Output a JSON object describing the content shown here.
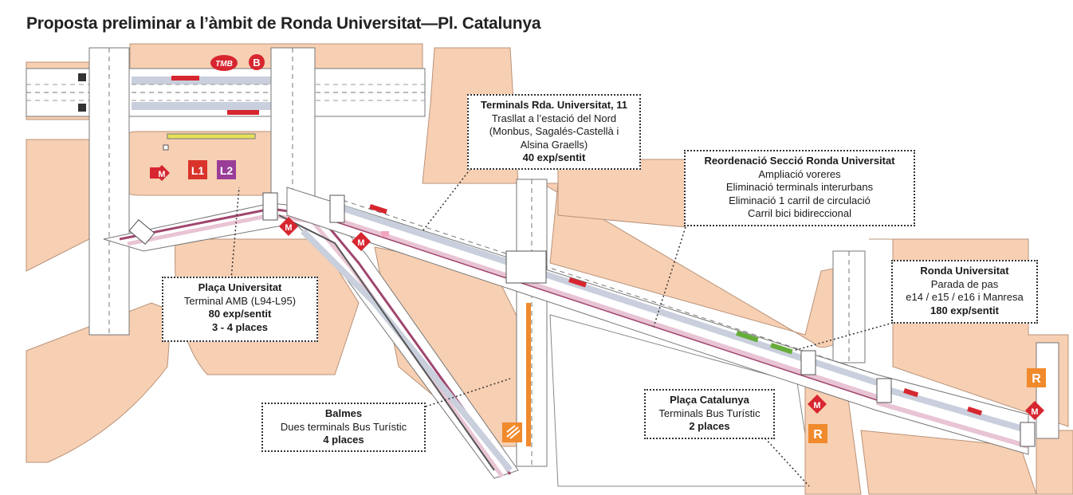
{
  "title": "Proposta preliminar a l’àmbit de Ronda Universitat—Pl. Catalunya",
  "colors": {
    "sidewalk": "#f7cfb2",
    "road": "#ffffff",
    "bus_lane": "#c9cfdc",
    "bike_lane": "#e8c4d4",
    "bike_lane_edge": "#a0466e",
    "stop_red": "#d7262f",
    "stop_yellow": "#e3e25a",
    "stop_green": "#66ad3a",
    "stop_orange": "#f08a2c",
    "metro_red": "#d7262f",
    "L1": "#d9342b",
    "L2": "#9a3d98",
    "renfe_orange": "#f08a2c"
  },
  "badges": {
    "tmb": "TMB",
    "bus": "B",
    "metro": "M",
    "L1": "L1",
    "L2": "L2",
    "renfe": "R"
  },
  "callouts": {
    "terminals_rda": {
      "title": "Terminals Rda. Universitat, 11",
      "lines": [
        "Trasllat a l’estació del Nord",
        "(Monbus, Sagalés-Castellà i",
        "Alsina Graells)"
      ],
      "value": "40 exp/sentit"
    },
    "reordenacio": {
      "title": "Reordenació Secció Ronda Universitat",
      "lines": [
        "Ampliació voreres",
        "Eliminació terminals interurbans",
        "Eliminació 1 carril de circulació",
        "Carril bici bidireccional"
      ]
    },
    "ronda_universitat": {
      "title": "Ronda Universitat",
      "lines": [
        "Parada de pas",
        "e14 / e15 / e16 i Manresa"
      ],
      "value": "180 exp/sentit"
    },
    "placa_universitat": {
      "title": "Plaça Universitat",
      "lines": [
        "Terminal AMB (L94-L95)"
      ],
      "value": "80 exp/sentit",
      "value2": "3 - 4 places"
    },
    "balmes": {
      "title": "Balmes",
      "lines": [
        "Dues terminals Bus Turístic"
      ],
      "value": "4 places"
    },
    "placa_catalunya": {
      "title": "Plaça Catalunya",
      "lines": [
        "Terminals Bus Turístic"
      ],
      "value": "2 places"
    }
  }
}
